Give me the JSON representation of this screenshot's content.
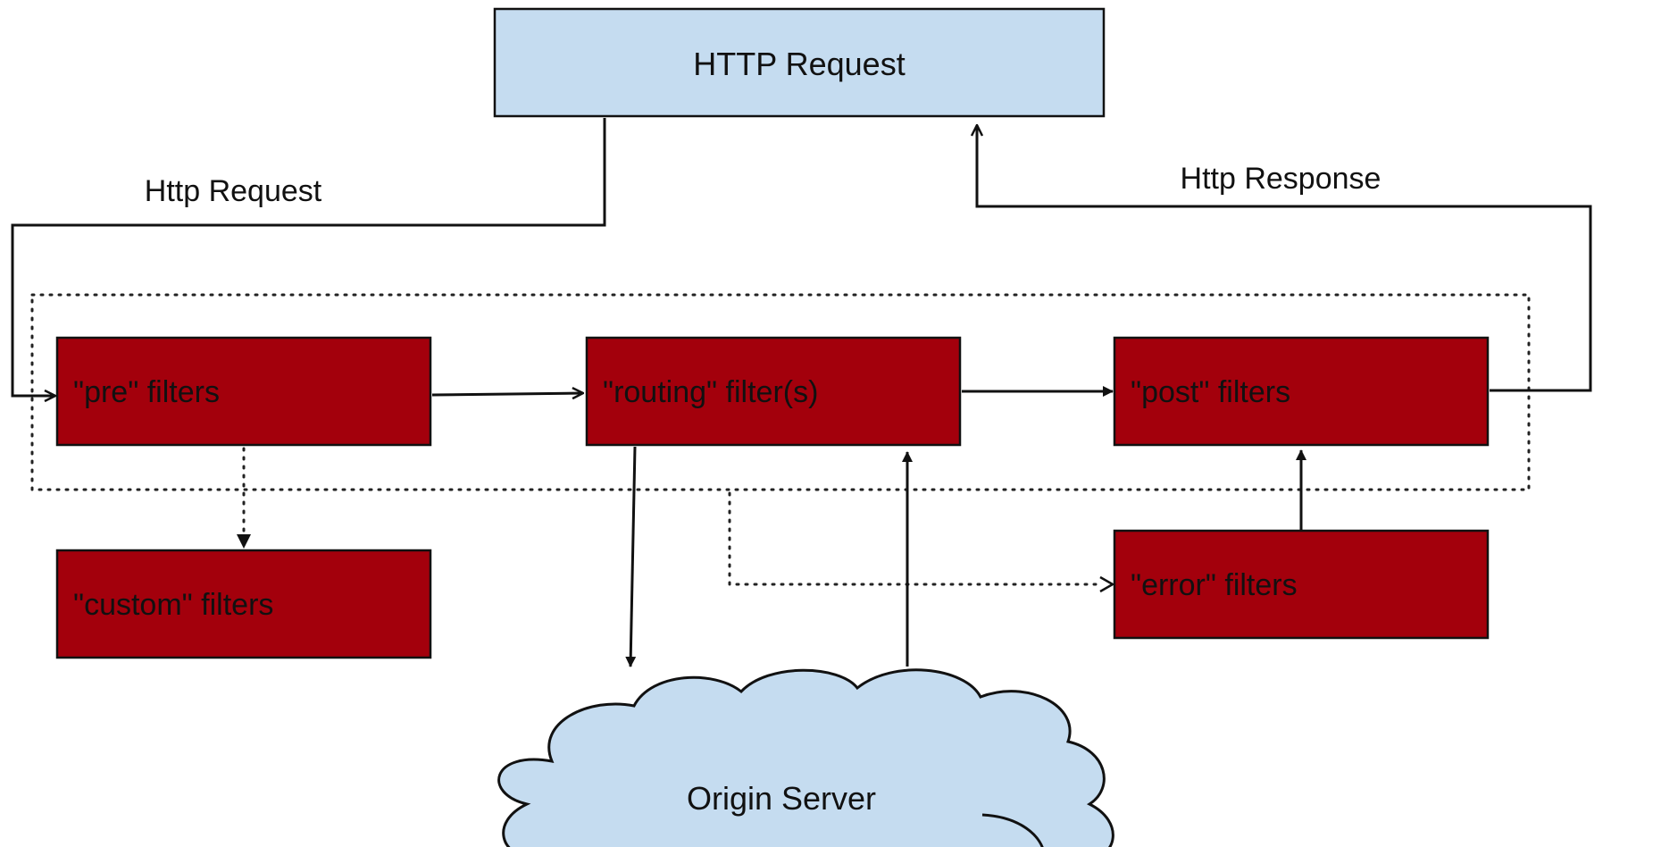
{
  "diagram": {
    "http_request_box": "HTTP Request",
    "edge_http_request": "Http Request",
    "edge_http_response": "Http Response",
    "pre_filters": "\"pre\" filters",
    "routing_filters": "\"routing\" filter(s)",
    "post_filters": "\"post\" filters",
    "custom_filters": "\"custom\" filters",
    "error_filters": "\"error\" filters",
    "origin_server": "Origin Server"
  },
  "colors": {
    "filter_box": "#a3000c",
    "endpoint_box": "#c5dcf0",
    "line": "#111111"
  }
}
